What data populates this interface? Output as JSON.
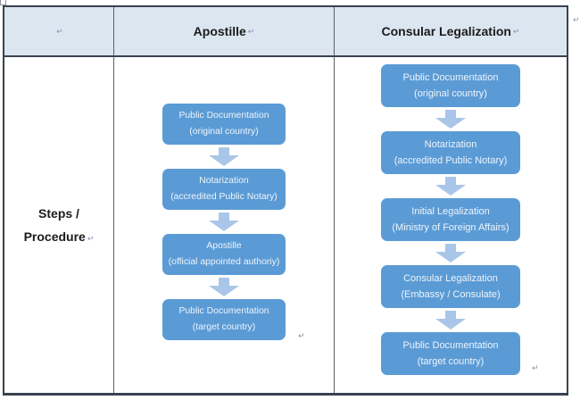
{
  "table": {
    "header": {
      "empty": "",
      "apostille": "Apostille",
      "consular": "Consular Legalization"
    },
    "row_label": {
      "line1": "Steps /",
      "line2": "Procedure"
    }
  },
  "flows": {
    "apostille": {
      "steps": [
        {
          "title": "Public Documentation",
          "subtitle": "(original country)"
        },
        {
          "title": "Notarization",
          "subtitle": "(accredited Public Notary)"
        },
        {
          "title": "Apostille",
          "subtitle": "(official appointed authoriy)"
        },
        {
          "title": "Public Documentation",
          "subtitle": "(target country)"
        }
      ]
    },
    "consular": {
      "steps": [
        {
          "title": "Public Documentation",
          "subtitle": "(original country)"
        },
        {
          "title": "Notarization",
          "subtitle": "(accredited Public Notary)"
        },
        {
          "title": "Initial Legalization",
          "subtitle": "(Ministry of Foreign Affairs)"
        },
        {
          "title": "Consular Legalization",
          "subtitle": "(Embassy / Consulate)"
        },
        {
          "title": "Public Documentation",
          "subtitle": "(target country)"
        }
      ]
    }
  },
  "marks": {
    "paragraph_mark": "↵"
  },
  "colors": {
    "box_fill": "#5B9BD5",
    "arrow_fill": "#A9C6E8",
    "header_fill": "#DCE6F1",
    "outer_border": "#3A4150",
    "box_text": "#EDF4FC"
  }
}
